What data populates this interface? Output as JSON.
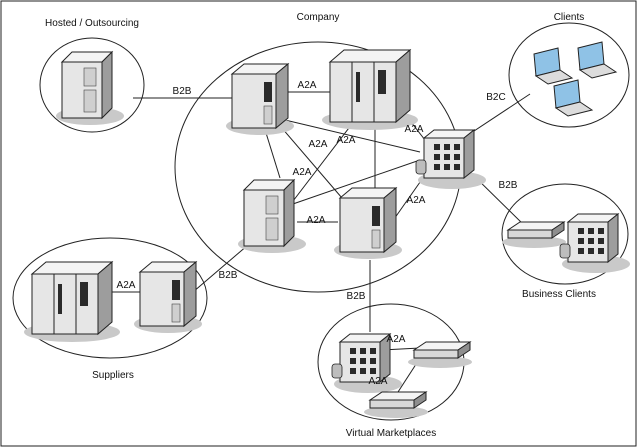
{
  "groups": {
    "company": "Company",
    "hosted": "Hosted / Outsourcing",
    "clients": "Clients",
    "business_clients": "Business Clients",
    "suppliers": "Suppliers",
    "marketplaces": "Virtual Marketplaces"
  },
  "edges": {
    "hosted_b2b": "B2B",
    "clients_b2c": "B2C",
    "business_b2b": "B2B",
    "suppliers_b2b": "B2B",
    "suppliers_a2a": "A2A",
    "marketplace_b2b": "B2B",
    "c1": "A2A",
    "c2": "A2A",
    "c3": "A2A",
    "c4": "A2A",
    "c5": "A2A",
    "c6": "A2A",
    "c7": "A2A",
    "vm1": "A2A",
    "vm2": "A2A"
  },
  "colors": {
    "server_light": "#e9e9e9",
    "server_mid": "#cfcfcf",
    "server_dark": "#2a2a2a",
    "accent_laptop": "#8fc2e6"
  }
}
